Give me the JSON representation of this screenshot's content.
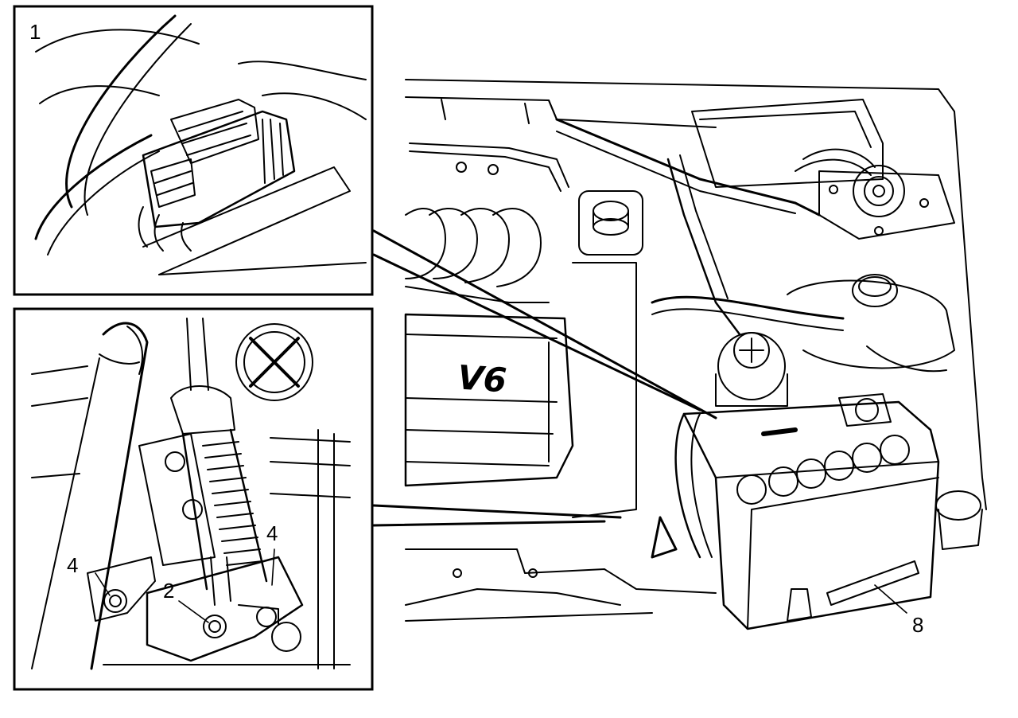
{
  "callouts": {
    "inset_top": "1",
    "bottom_2": "2",
    "bottom_4_left": "4",
    "bottom_4_right": "4",
    "main_8": "8"
  },
  "engine_badge": "V6",
  "colors": {
    "ink": "#000000",
    "paper": "#ffffff"
  }
}
